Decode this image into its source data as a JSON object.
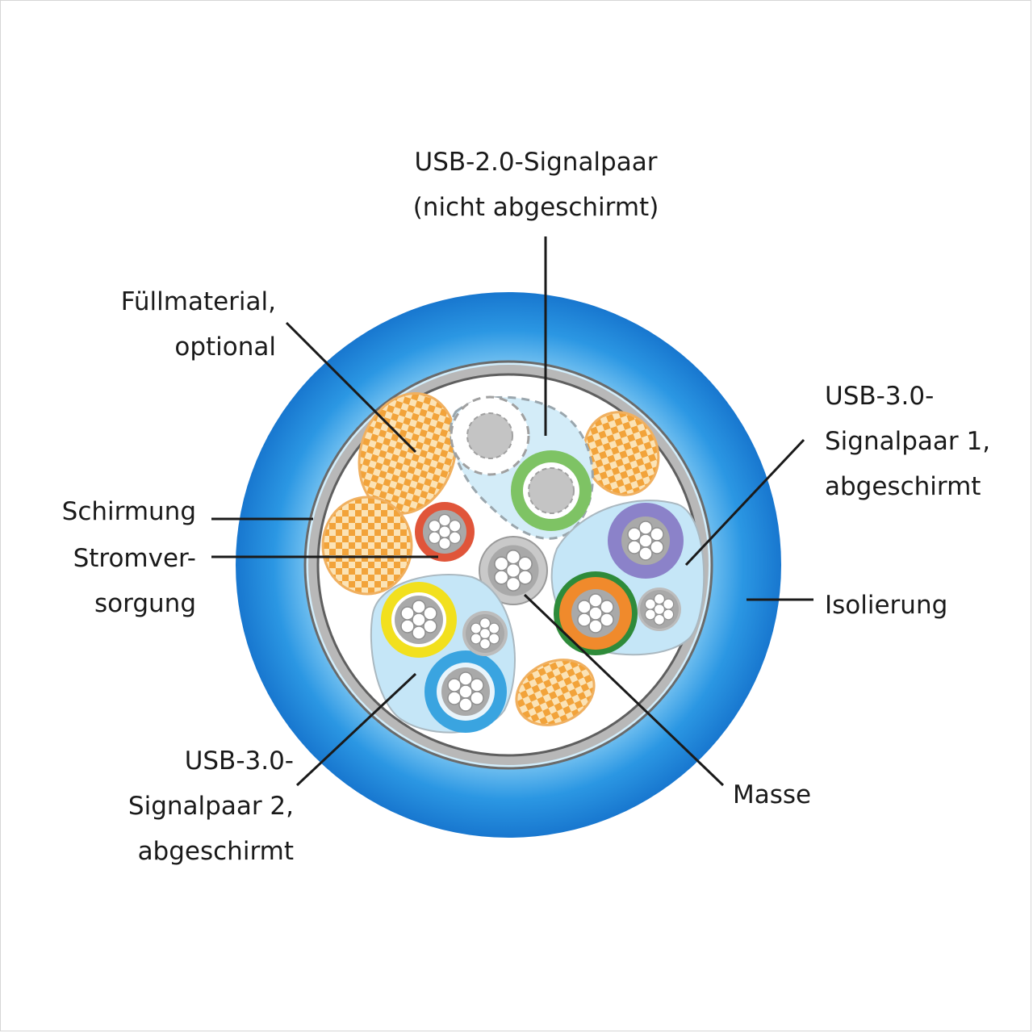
{
  "labels": {
    "usb20": {
      "line1": "USB-2.0-Signalpaar",
      "line2": "(nicht abgeschirmt)"
    },
    "fill": {
      "line1": "Füllmaterial,",
      "line2": "optional"
    },
    "usb30_1": {
      "line1": "USB-3.0-",
      "line2": "Signalpaar 1,",
      "line3": "abgeschirmt"
    },
    "shield": "Schirmung",
    "power": {
      "line1": "Stromver-",
      "line2": "sorgung"
    },
    "insulation": "Isolierung",
    "usb30_2": {
      "line1": "USB-3.0-",
      "line2": "Signalpaar 2,",
      "line3": "abgeschirmt"
    },
    "ground": "Masse"
  },
  "colors": {
    "jacket_outer": "#1a7fd6",
    "jacket_inner": "#bfe6fb",
    "shield_ring": "#b5b5b5",
    "filler": "#f2a33a",
    "pair_shield": "#bfe2f5",
    "power_red": "#e0553a",
    "usb20_green": "#7ec364",
    "usb30_purple": "#8b82c9",
    "usb30_orange": "#f08a2c",
    "usb30_green": "#2e8b3a",
    "usb30_yellow": "#f2e01e",
    "usb30_blue": "#3aa4e0",
    "conductor_gray": "#a8a8a8"
  }
}
